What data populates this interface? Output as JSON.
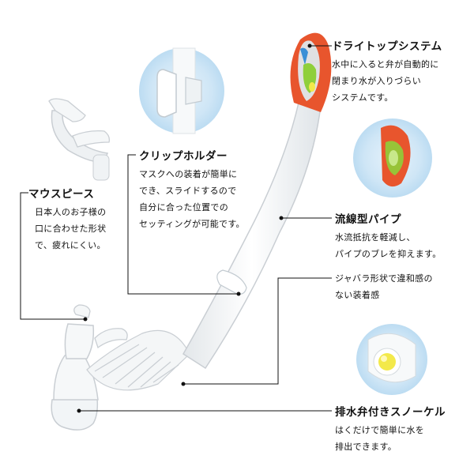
{
  "features": {
    "dry_top": {
      "title": "ドライトップシステム",
      "lines": [
        "水中に入ると弁が自動的に",
        "閉まり水が入りづらい",
        "システムです。"
      ]
    },
    "clip_holder": {
      "title": "クリップホルダー",
      "lines": [
        "マスクへの装着が簡単に",
        "でき、スライドするので",
        "自分に合った位置での",
        "セッティングが可能です。"
      ]
    },
    "mouthpiece": {
      "title": "マウスピース",
      "lines": [
        "日本人のお子様の",
        "口に合わせた形状",
        "で、疲れにくい。"
      ]
    },
    "pipe": {
      "title": "流線型パイプ",
      "lines": [
        "水流抵抗を軽減し、",
        "パイプのブレを抑えます。"
      ]
    },
    "bellows": {
      "lines": [
        "ジャバラ形状で違和感の",
        "ない装着感"
      ]
    },
    "purge_valve": {
      "title": "排水弁付きスノーケル",
      "lines": [
        "はくだけで簡単に水を",
        "排出できます。"
      ]
    }
  },
  "colors": {
    "accent_orange": "#e8552d",
    "circle_blue": "#cfe6f6",
    "valve_yellow": "#f3e94a",
    "valve_green": "#8fcf3a",
    "tube_white": "#f4f6f7",
    "outline": "#c9ced3"
  }
}
